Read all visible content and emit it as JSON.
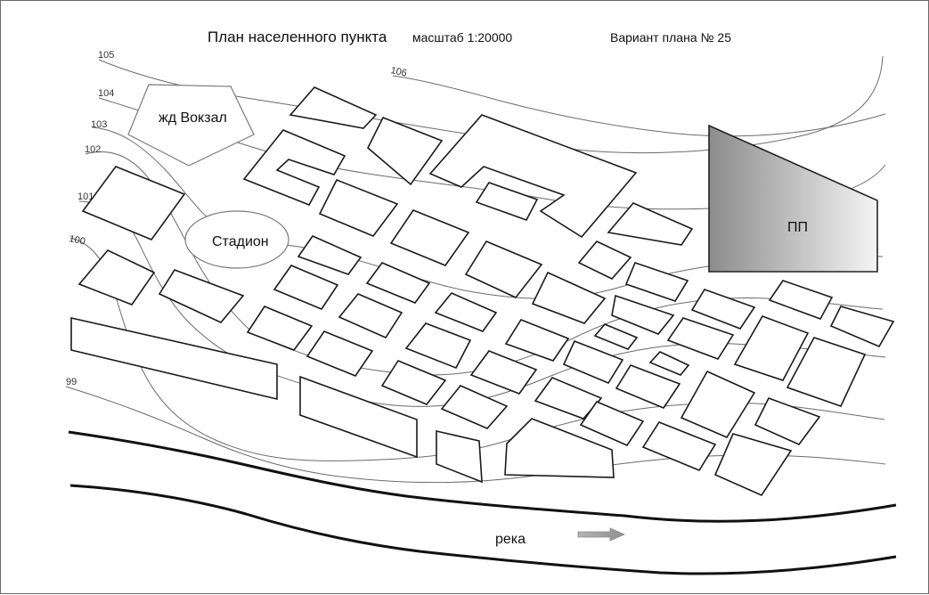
{
  "map": {
    "title": "План населенного пункта",
    "scale": "масштаб 1:20000",
    "variant": "Вариант плана № 25",
    "station_label": "жд Вокзал",
    "stadium_label": "Стадион",
    "pp_label": "ПП",
    "river_label": "река",
    "contour_labels": [
      "105",
      "104",
      "103",
      "102",
      "101",
      "100",
      "99",
      "106"
    ],
    "colors": {
      "pp_gradient_dark": "#8c8c8c",
      "pp_gradient_light": "#f4f4f4",
      "arrow": "#9a9a9a",
      "contour": "#6b6b6b"
    },
    "icons": {
      "flow_direction": "arrow-right-icon"
    }
  }
}
